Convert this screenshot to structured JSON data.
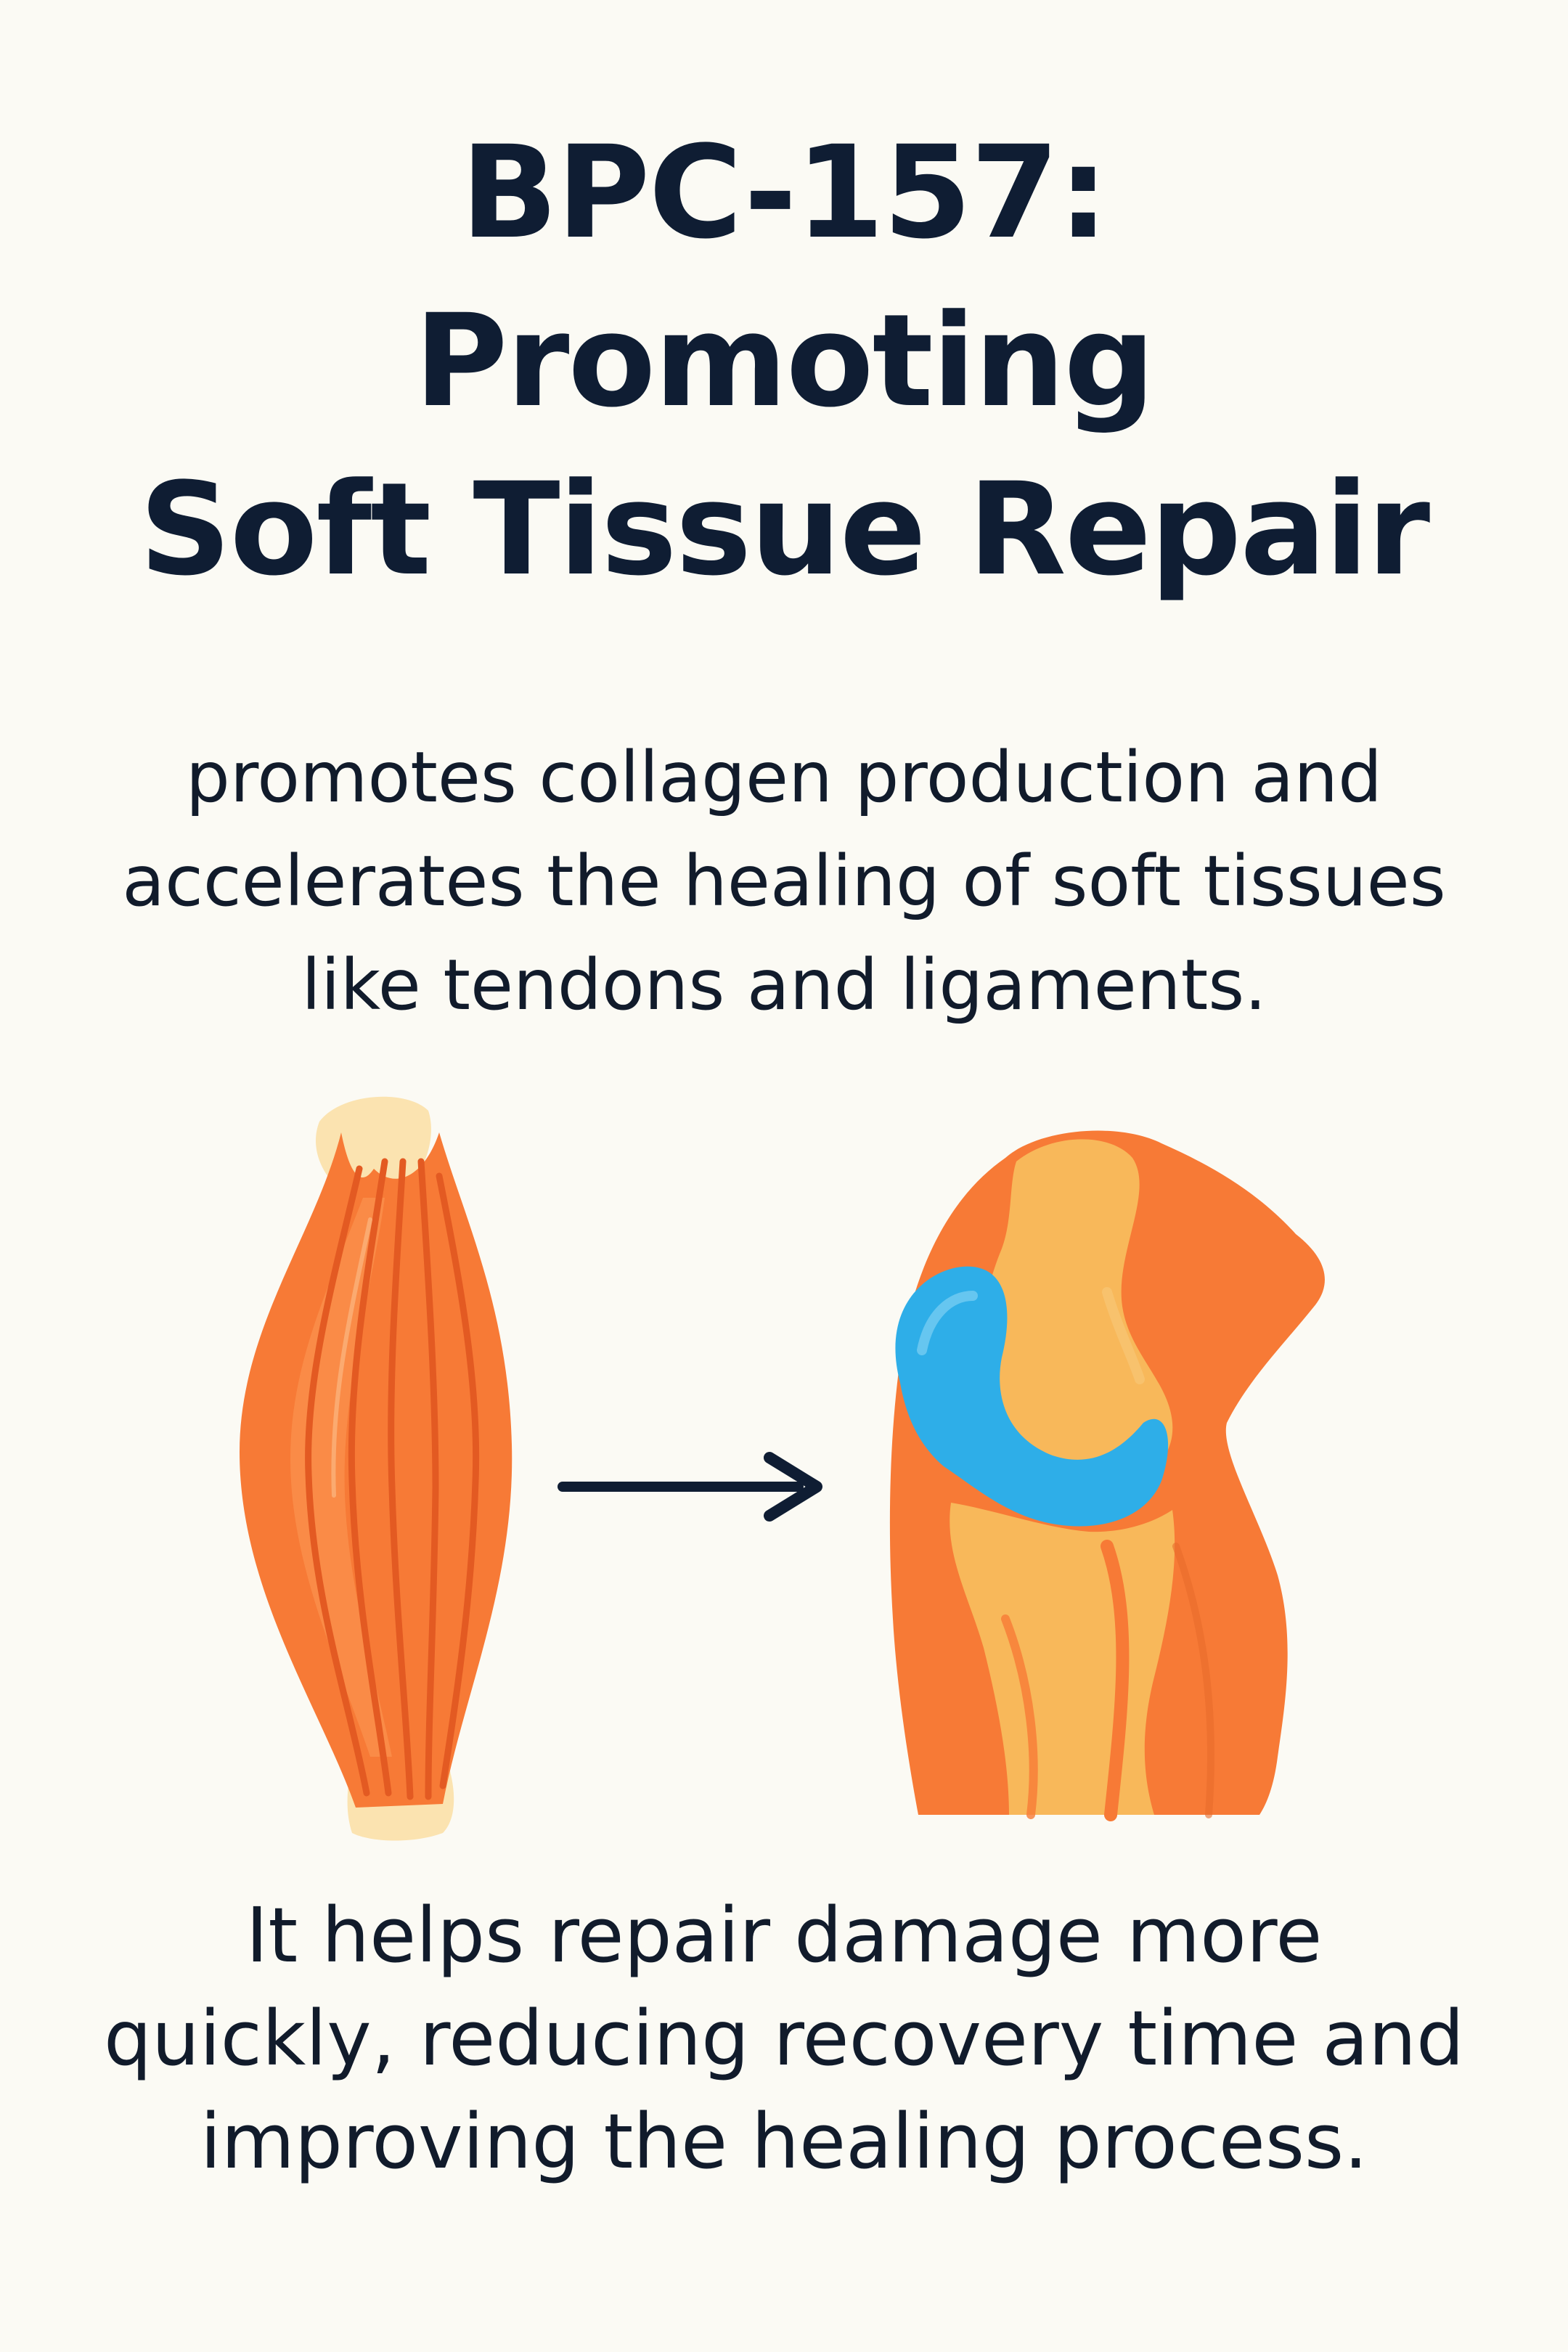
{
  "title": {
    "lines": [
      "BPC-157:",
      "Promoting",
      "Soft Tissue Repair"
    ]
  },
  "intro": {
    "lines": [
      "promotes collagen production and",
      "accelerates the healing of soft tissues",
      "like tendons and ligaments."
    ]
  },
  "conclusion": {
    "lines": [
      "It helps repair damage more",
      "quickly, reducing recovery time and",
      "improving the healing process."
    ]
  },
  "icons": {
    "muscle": "muscle-icon",
    "arrow": "arrow-right-icon",
    "knee": "knee-joint-icon"
  },
  "colors": {
    "background": "#fbfaf4",
    "text": "#0f1d33",
    "muscle_orange": "#f77a36",
    "tendon_cream": "#fbe3b0",
    "bone_yellow": "#f8b85a",
    "cartilage_blue": "#2eaee8"
  }
}
